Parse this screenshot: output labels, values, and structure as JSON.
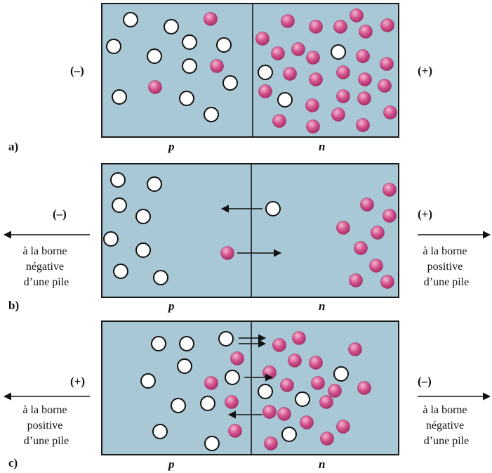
{
  "colors": {
    "box_fill": "#a9c8d6",
    "box_stroke": "#1a1a1a",
    "hole_fill": "#ffffff",
    "electron_fill": "#d2508c",
    "electron_highlight": "#f4b8d2",
    "arrow": "#111111"
  },
  "region_labels": {
    "p": "p",
    "n": "n"
  },
  "panels": [
    {
      "id": "a",
      "label": "a)",
      "left_sign": "(–)",
      "right_sign": "(+)",
      "left_text": [],
      "right_text": []
    },
    {
      "id": "b",
      "label": "b)",
      "left_sign": "(–)",
      "right_sign": "(+)",
      "left_text": [
        "à la borne",
        "négative",
        "d’une pile"
      ],
      "right_text": [
        "à la borne",
        "positive",
        "d’une pile"
      ]
    },
    {
      "id": "c",
      "label": "c)",
      "left_sign": "(+)",
      "right_sign": "(–)",
      "left_text": [
        "à la borne",
        "positive",
        "d’une pile"
      ],
      "right_text": [
        "à la borne",
        "négative",
        "d’une pile"
      ]
    }
  ]
}
